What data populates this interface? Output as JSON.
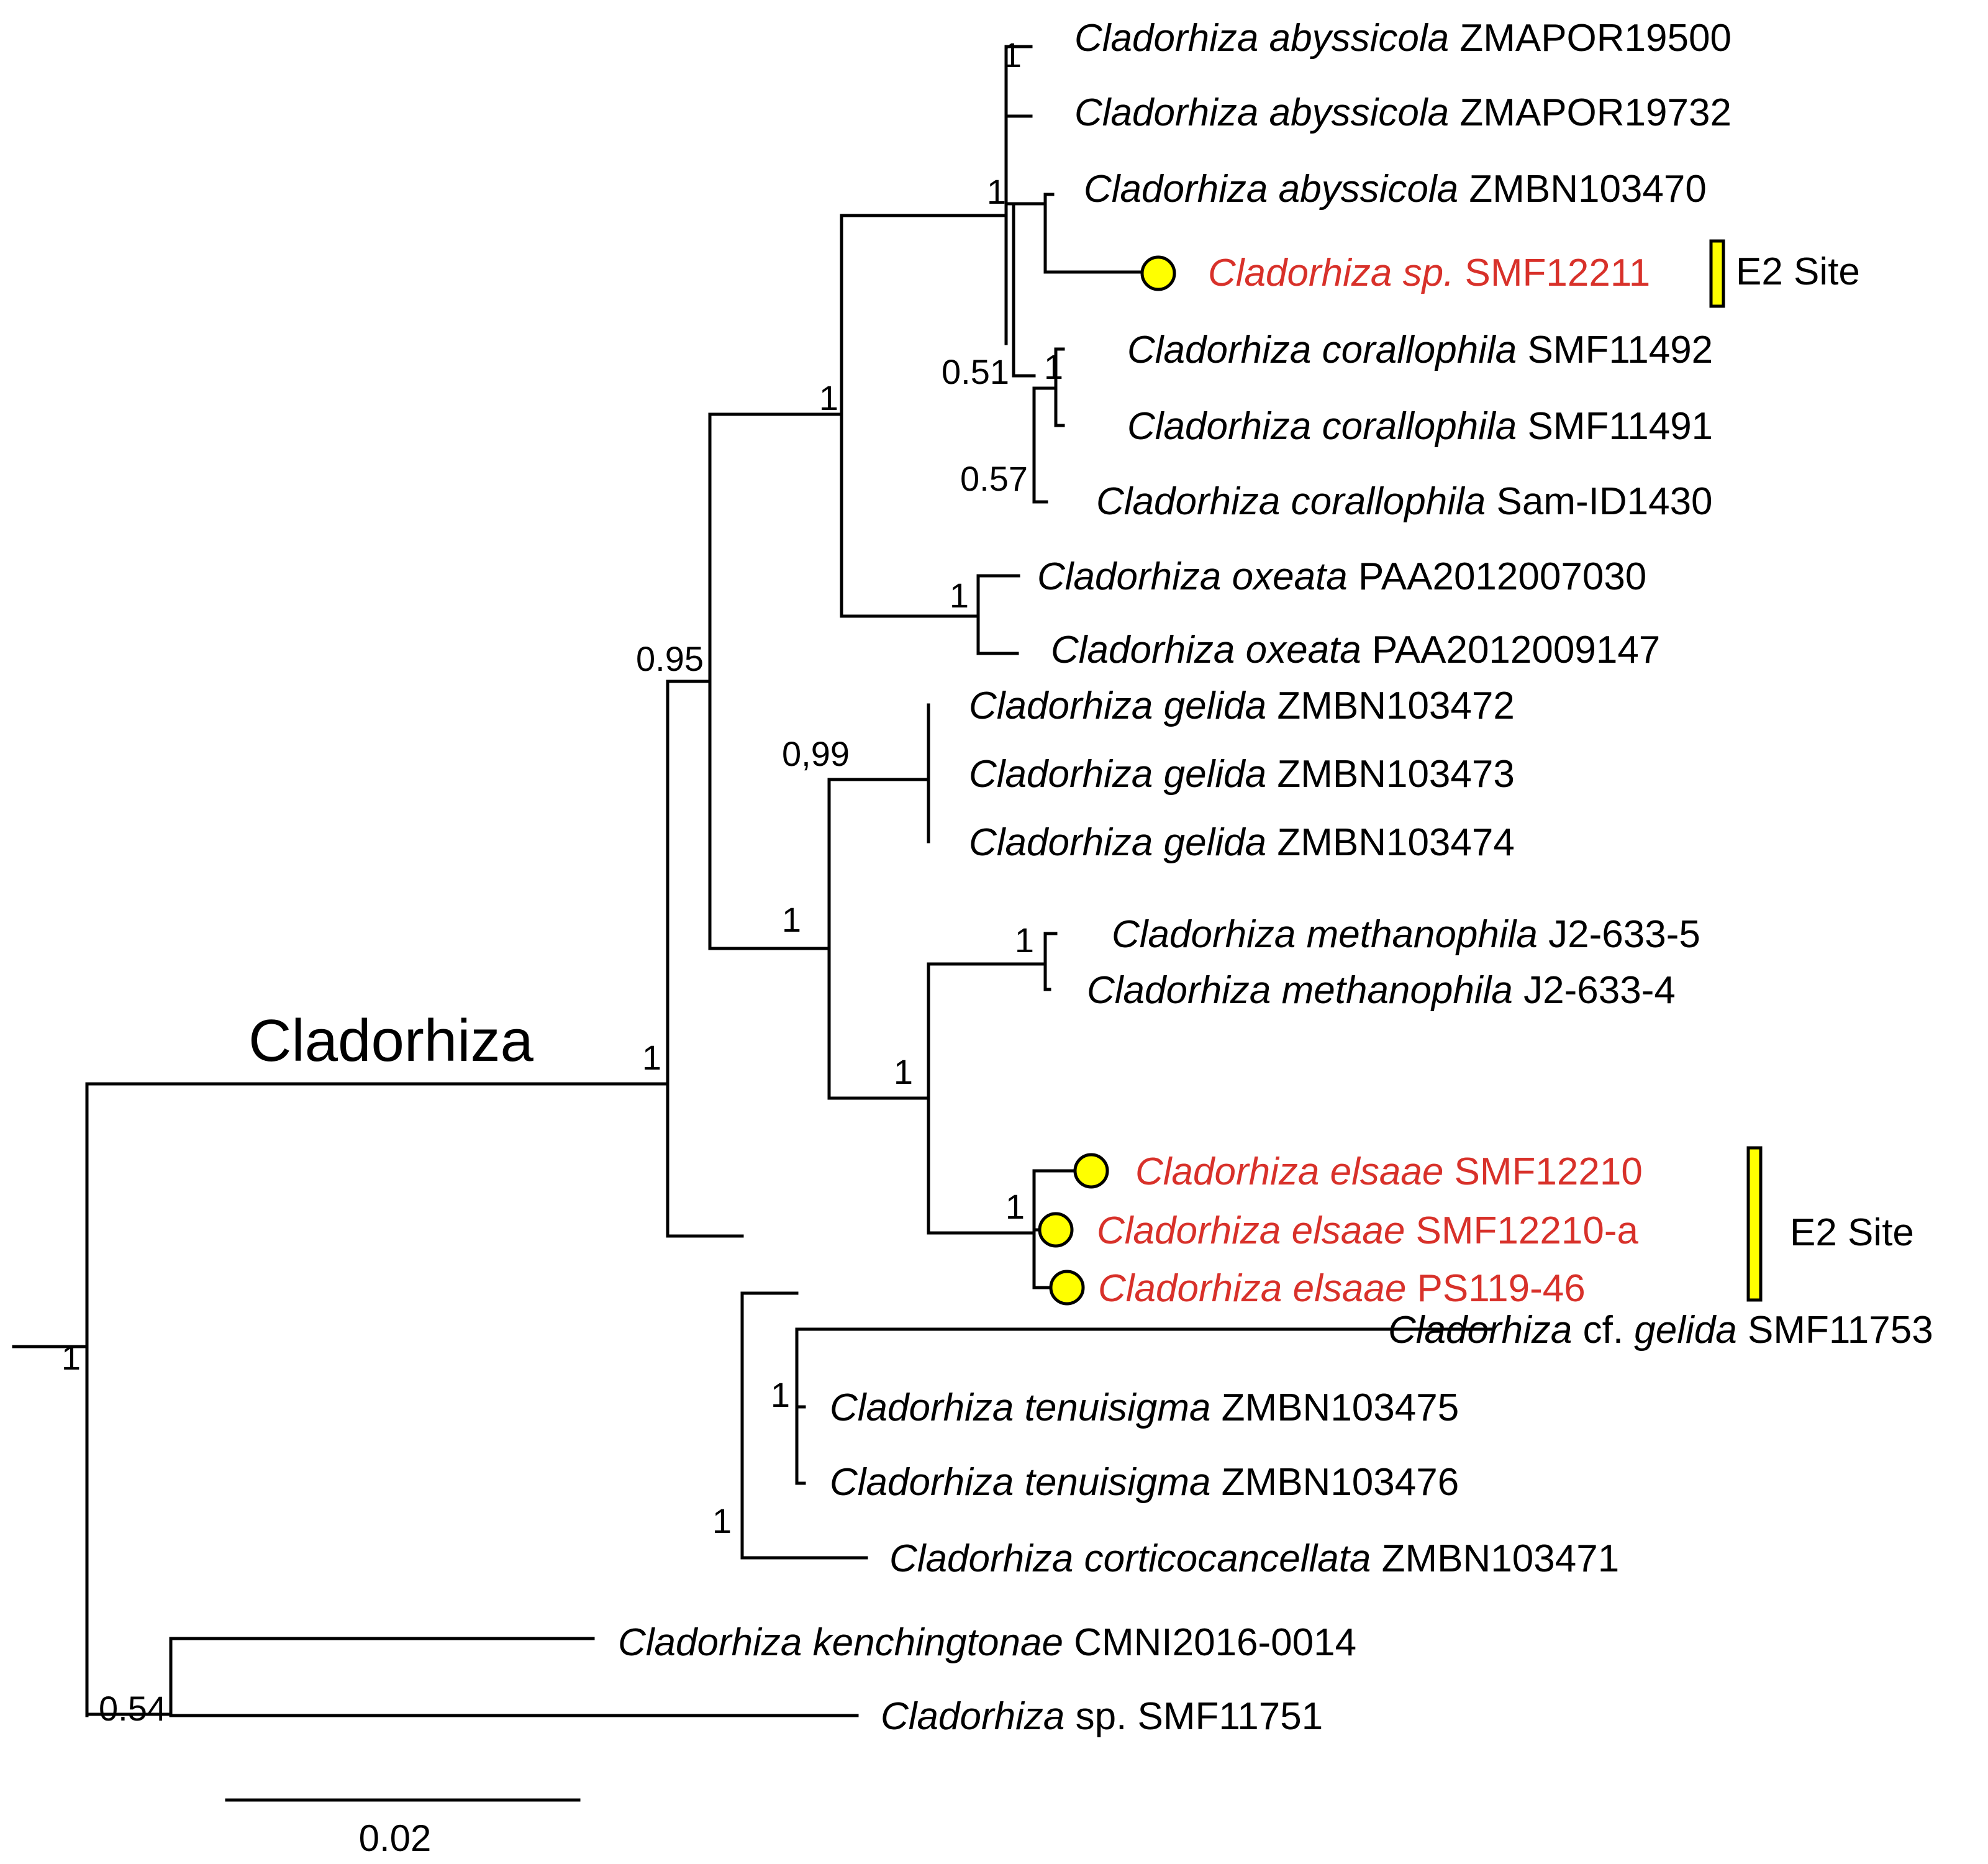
{
  "clade_label": "Cladorhiza",
  "scale_bar": {
    "label": "0.02"
  },
  "colors": {
    "highlight": "#d8312a",
    "normal": "#000000",
    "marker": "#ffff00"
  },
  "tips": [
    {
      "genus": "Cladorhiza",
      "species": "abyssicola",
      "id": "ZMAPOR19500"
    },
    {
      "genus": "Cladorhiza",
      "species": "abyssicola",
      "id": "ZMAPOR19732"
    },
    {
      "genus": "Cladorhiza",
      "species": "abyssicola",
      "id": "ZMBN103470"
    },
    {
      "genus": "Cladorhiza",
      "species": "sp.",
      "id": "SMF12211",
      "highlight": true,
      "marker": true
    },
    {
      "genus": "Cladorhiza",
      "species": "corallophila",
      "id": "SMF11492"
    },
    {
      "genus": "Cladorhiza",
      "species": "corallophila",
      "id": "SMF11491"
    },
    {
      "genus": "Cladorhiza",
      "species": "corallophila",
      "id": "Sam-ID1430"
    },
    {
      "genus": "Cladorhiza",
      "species": "oxeata",
      "id": "PAA2012007030"
    },
    {
      "genus": "Cladorhiza",
      "species": "oxeata",
      "id": "PAA2012009147"
    },
    {
      "genus": "Cladorhiza",
      "species": "gelida",
      "id": "ZMBN103472"
    },
    {
      "genus": "Cladorhiza",
      "species": "gelida",
      "id": "ZMBN103473"
    },
    {
      "genus": "Cladorhiza",
      "species": "gelida",
      "id": "ZMBN103474"
    },
    {
      "genus": "Cladorhiza",
      "species": "methanophila",
      "id": "J2-633-5"
    },
    {
      "genus": "Cladorhiza",
      "species": "methanophila",
      "id": "J2-633-4"
    },
    {
      "genus": "Cladorhiza",
      "species": "elsaae",
      "id": "SMF12210",
      "highlight": true,
      "marker": true
    },
    {
      "genus": "Cladorhiza",
      "species": "elsaae",
      "id": "SMF12210-a",
      "highlight": true,
      "marker": true
    },
    {
      "genus": "Cladorhiza",
      "species": "elsaae",
      "id": "PS119-46",
      "highlight": true,
      "marker": true
    },
    {
      "genus": "Cladorhiza",
      "qualifier": "cf.",
      "species": "gelida",
      "id": "SMF11753"
    },
    {
      "genus": "Cladorhiza",
      "species": "tenuisigma",
      "id": "ZMBN103475"
    },
    {
      "genus": "Cladorhiza",
      "species": "tenuisigma",
      "id": "ZMBN103476"
    },
    {
      "genus": "Cladorhiza",
      "species": "corticocancellata",
      "id": "ZMBN103471"
    },
    {
      "genus": "Cladorhiza",
      "species": "kenchingtonae",
      "id": "CMNI2016-0014"
    },
    {
      "genus": "Cladorhiza",
      "species": "sp.",
      "id": "SMF11751",
      "species_upright": true
    }
  ],
  "support_values": [
    "1",
    "1",
    "0.51",
    "1",
    "0.57",
    "1",
    "1",
    "1",
    "0.95",
    "0,99",
    "1",
    "1",
    "1",
    "1",
    "1",
    "1",
    "1",
    "1",
    "0.54"
  ],
  "site_groups": [
    {
      "label": "E2 Site"
    },
    {
      "label": "E2 Site"
    }
  ]
}
